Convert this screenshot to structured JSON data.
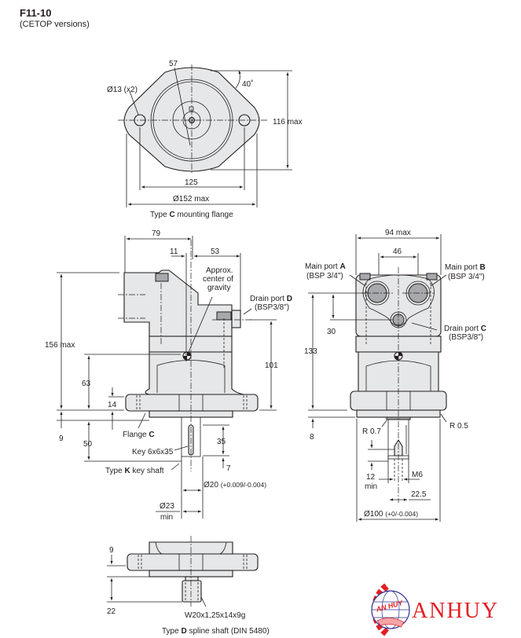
{
  "header": {
    "title": "F11-10",
    "subtitle": "(CETOP versions)"
  },
  "flange_view": {
    "caption_prefix": "Type ",
    "caption_bold": "C",
    "caption_suffix": " mounting flange",
    "dim_hole": "Ø13 (x2)",
    "dim_57": "57",
    "dim_angle": "40˚",
    "dim_height": "116 max",
    "dim_bolt_spacing": "125",
    "dim_diameter": "Ø152 max"
  },
  "side_view": {
    "dim_79": "79",
    "dim_11": "11",
    "dim_53": "53",
    "cog_label_1": "Approx.",
    "cog_label_2": "center of",
    "cog_label_3": "gravity",
    "drain_d_prefix": "Drain port ",
    "drain_d_bold": "D",
    "drain_d_size": "(BSP3/8\")",
    "dim_156": "156 max",
    "dim_101": "101",
    "dim_63": "63",
    "dim_14": "14",
    "dim_9": "9",
    "dim_50": "50",
    "flange_prefix": "Flange ",
    "flange_bold": "C",
    "key_label": "Key 6x6x35",
    "dim_35": "35",
    "dim_7": "7",
    "shaft_prefix": "Type ",
    "shaft_bold": "K",
    "shaft_suffix": " key shaft",
    "dim_shaft_dia": "Ø20",
    "dim_shaft_tol": "(+0.009/-0.004)",
    "dim_23": "Ø23",
    "dim_23_min": "min"
  },
  "front_view": {
    "dim_94": "94 max",
    "dim_46": "46",
    "port_a_prefix": "Main port ",
    "port_a_bold": "A",
    "port_a_size": "(BSP 3/4\")",
    "port_b_prefix": "Main port ",
    "port_b_bold": "B",
    "port_b_size": "(BSP 3/4\")",
    "drain_c_prefix": "Drain port ",
    "drain_c_bold": "C",
    "drain_c_size": "(BSP3/8\")",
    "dim_30": "30",
    "dim_133": "133",
    "dim_8": "8",
    "r07": "R 0.7",
    "r05": "R 0.5",
    "dim_12": "12",
    "dim_12_min": "min",
    "m6": "M6",
    "dim_225": "22.5",
    "dim_100": "Ø100",
    "dim_100_tol": "(+0/-0.004)"
  },
  "spline_view": {
    "dim_9": "9",
    "dim_22": "22",
    "spline_spec": "W20x1,25x14x9g",
    "caption_prefix": "Type ",
    "caption_bold": "D",
    "caption_suffix": " spline shaft (DIN 5480)"
  },
  "logo": {
    "text": "ANHUY",
    "badge_text": "AN HUY",
    "color": "#e31e24",
    "globe_color": "#2e3192"
  }
}
